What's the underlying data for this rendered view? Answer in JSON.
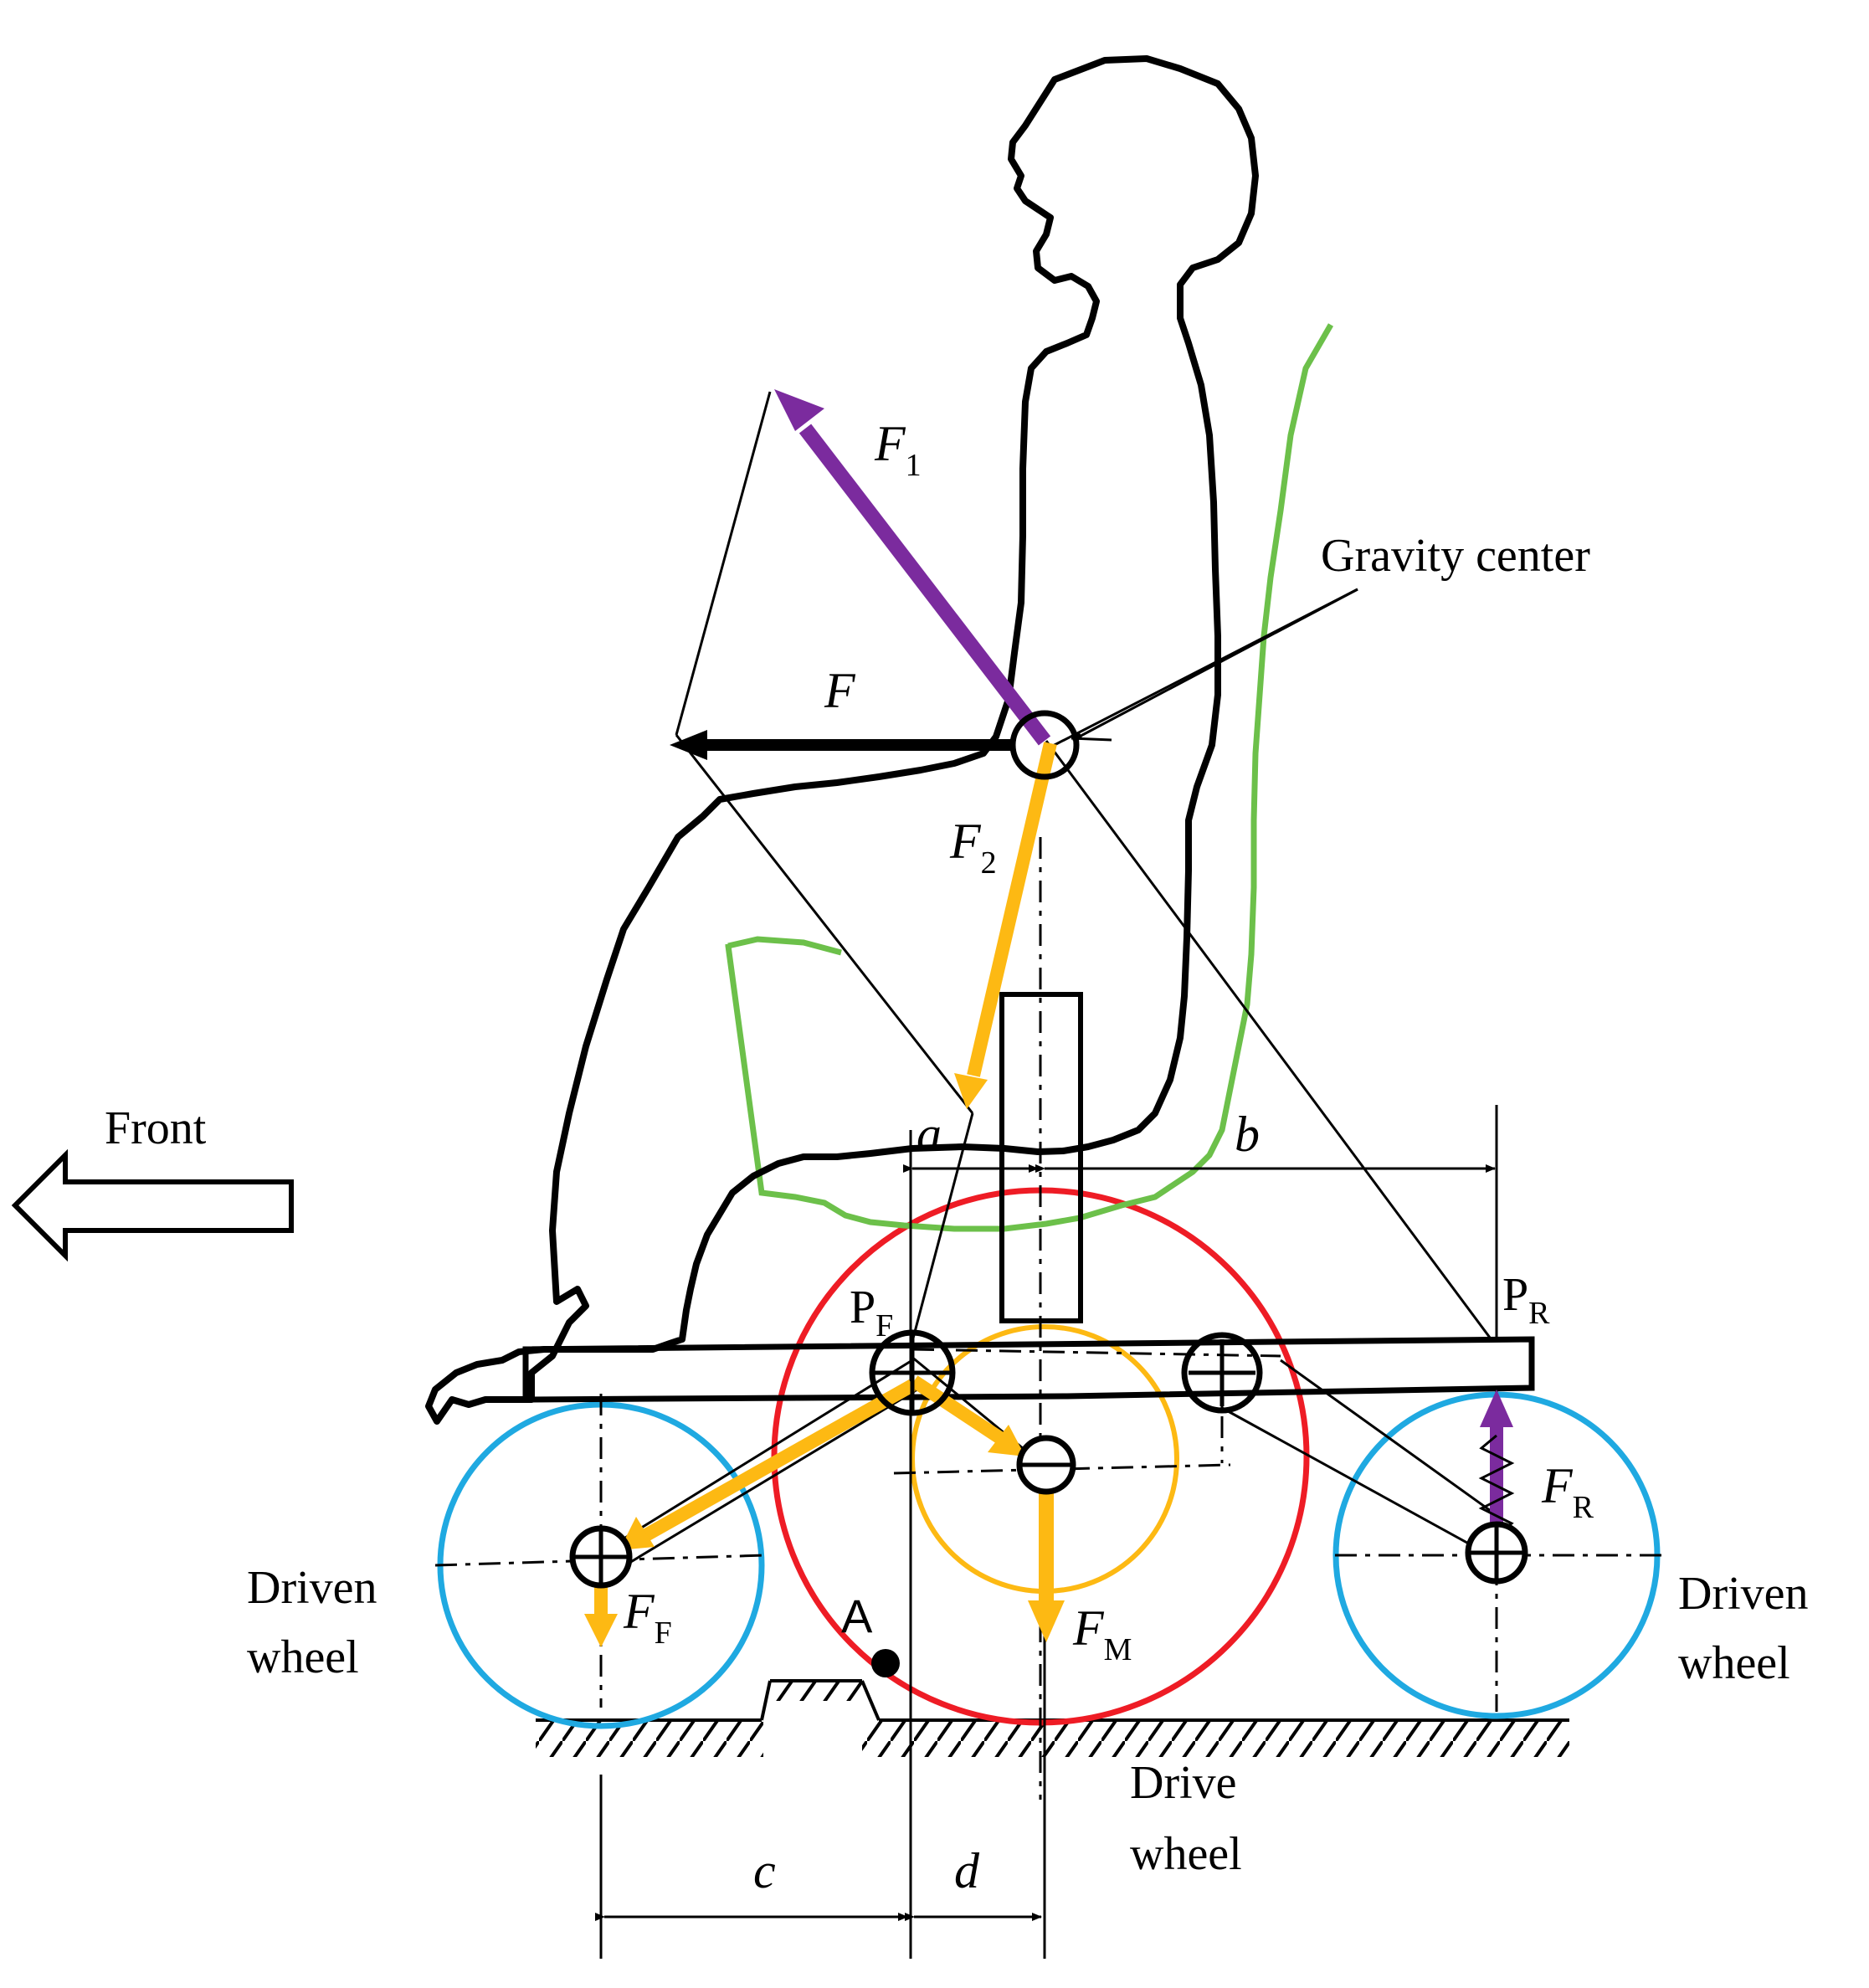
{
  "labels": {
    "front": "Front",
    "gravity_center": "Gravity center",
    "driven_wheel_left": [
      "Driven",
      "wheel"
    ],
    "driven_wheel_right": [
      "Driven",
      "wheel"
    ],
    "drive_wheel": [
      "Drive",
      "wheel"
    ],
    "point_a": "A"
  },
  "forces": {
    "f": {
      "sym": "F",
      "sub": ""
    },
    "f1": {
      "sym": "F",
      "sub": "1"
    },
    "f2": {
      "sym": "F",
      "sub": "2"
    },
    "ff": {
      "sym": "F",
      "sub": "F"
    },
    "fm": {
      "sym": "F",
      "sub": "M"
    },
    "fr": {
      "sym": "F",
      "sub": "R"
    }
  },
  "points": {
    "pf": {
      "sym": "P",
      "sub": "F"
    },
    "pr": {
      "sym": "P",
      "sub": "R"
    }
  },
  "dimensions": {
    "a": "a",
    "b": "b",
    "c": "c",
    "d": "d"
  },
  "colors": {
    "outline": "#000000",
    "backrest": "#6cc04a",
    "drive_wheel": "#ee1c25",
    "driven_wheel": "#1fa9e1",
    "yellow_force": "#fdb913",
    "purple_force": "#7b2b9e"
  }
}
